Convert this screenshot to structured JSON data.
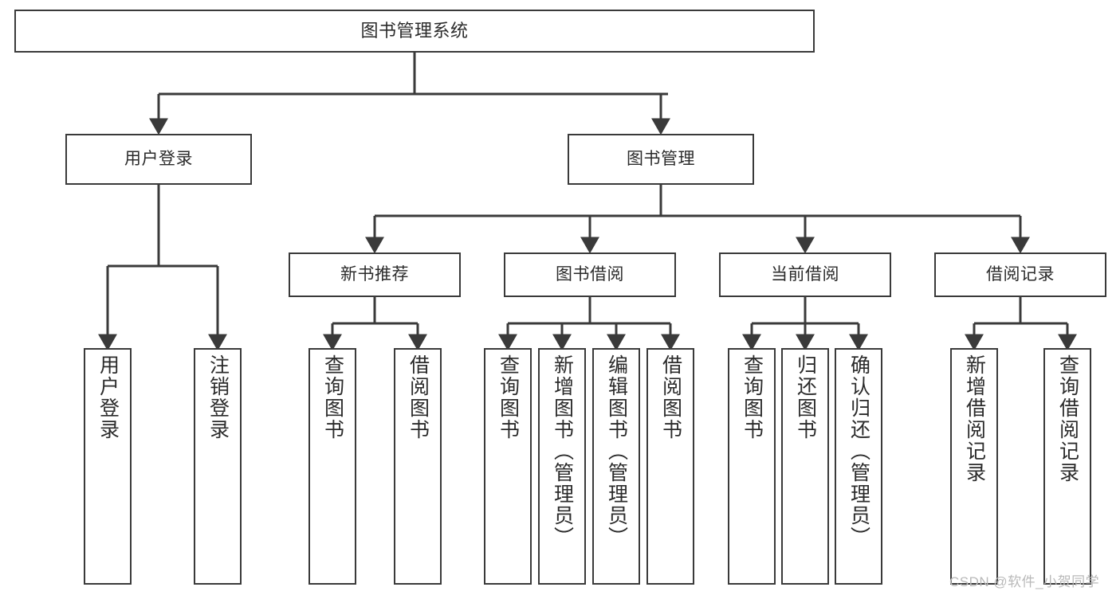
{
  "diagram": {
    "type": "tree",
    "title": "图书管理系统",
    "root": {
      "label": "图书管理系统"
    },
    "level2": [
      {
        "id": "user-login",
        "label": "用户登录"
      },
      {
        "id": "book-manage",
        "label": "图书管理"
      }
    ],
    "level3": [
      {
        "id": "new-book-recommend",
        "label": "新书推荐"
      },
      {
        "id": "book-borrow",
        "label": "图书借阅"
      },
      {
        "id": "current-borrow",
        "label": "当前借阅"
      },
      {
        "id": "borrow-record",
        "label": "借阅记录"
      }
    ],
    "leaves": {
      "user_login": [
        {
          "id": "leaf-user-login",
          "label": "用户登录"
        },
        {
          "id": "leaf-logout-login",
          "label": "注销登录"
        }
      ],
      "new_book_recommend": [
        {
          "id": "leaf-query-book-1",
          "label": "查询图书"
        },
        {
          "id": "leaf-borrow-book-1",
          "label": "借阅图书"
        }
      ],
      "book_borrow": [
        {
          "id": "leaf-query-book-2",
          "label": "查询图书"
        },
        {
          "id": "leaf-add-book-admin",
          "label": "新增图书（管理员）"
        },
        {
          "id": "leaf-edit-book-admin",
          "label": "编辑图书（管理员）"
        },
        {
          "id": "leaf-borrow-book-2",
          "label": "借阅图书"
        }
      ],
      "current_borrow": [
        {
          "id": "leaf-query-book-3",
          "label": "查询图书"
        },
        {
          "id": "leaf-return-book",
          "label": "归还图书"
        },
        {
          "id": "leaf-confirm-return-admin",
          "label": "确认归还（管理员）"
        }
      ],
      "borrow_record": [
        {
          "id": "leaf-add-borrow-record",
          "label": "新增借阅记录"
        },
        {
          "id": "leaf-query-borrow-record",
          "label": "查询借阅记录"
        }
      ]
    },
    "colors": {
      "stroke": "#3a3a3a",
      "text": "#2b2b2b",
      "background": "#ffffff",
      "watermark": "#b9b9b9"
    }
  },
  "watermark": {
    "text": "CSDN @软件_小贺同学"
  }
}
